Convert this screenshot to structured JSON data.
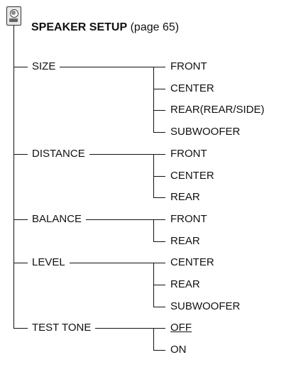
{
  "header": {
    "icon": "speaker-icon",
    "title_bold": "SPEAKER SETUP",
    "title_rest": " (page 65)"
  },
  "menu": [
    {
      "label": "SIZE",
      "options": [
        {
          "label": "FRONT"
        },
        {
          "label": "CENTER"
        },
        {
          "label": "REAR(REAR/SIDE)"
        },
        {
          "label": "SUBWOOFER"
        }
      ]
    },
    {
      "label": "DISTANCE",
      "options": [
        {
          "label": "FRONT"
        },
        {
          "label": "CENTER"
        },
        {
          "label": "REAR"
        }
      ]
    },
    {
      "label": "BALANCE",
      "options": [
        {
          "label": "FRONT"
        },
        {
          "label": "REAR"
        }
      ]
    },
    {
      "label": "LEVEL",
      "options": [
        {
          "label": "CENTER"
        },
        {
          "label": "REAR"
        },
        {
          "label": "SUBWOOFER"
        }
      ]
    },
    {
      "label": "TEST TONE",
      "options": [
        {
          "label": "OFF",
          "is_default": true
        },
        {
          "label": "ON"
        }
      ]
    }
  ]
}
